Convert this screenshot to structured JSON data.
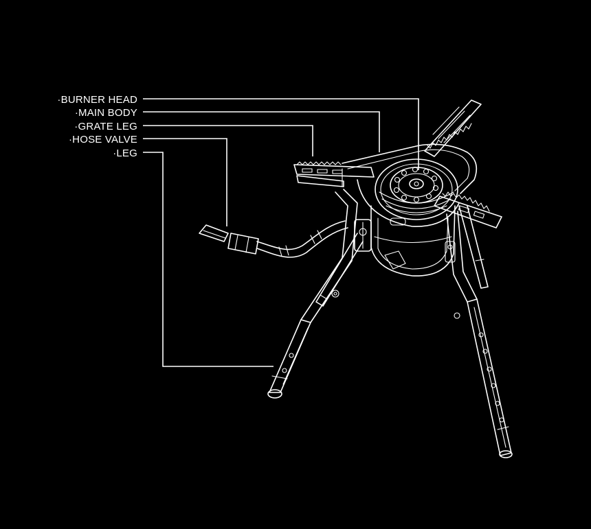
{
  "diagram": {
    "callouts": [
      {
        "id": "burner-head",
        "label": "·BURNER HEAD"
      },
      {
        "id": "main-body",
        "label": "·MAIN BODY"
      },
      {
        "id": "grate-leg",
        "label": "·GRATE LEG"
      },
      {
        "id": "hose-valve",
        "label": "·HOSE VALVE"
      },
      {
        "id": "leg",
        "label": "·LEG"
      }
    ],
    "colors": {
      "background": "#000000",
      "line": "#ffffff"
    }
  }
}
